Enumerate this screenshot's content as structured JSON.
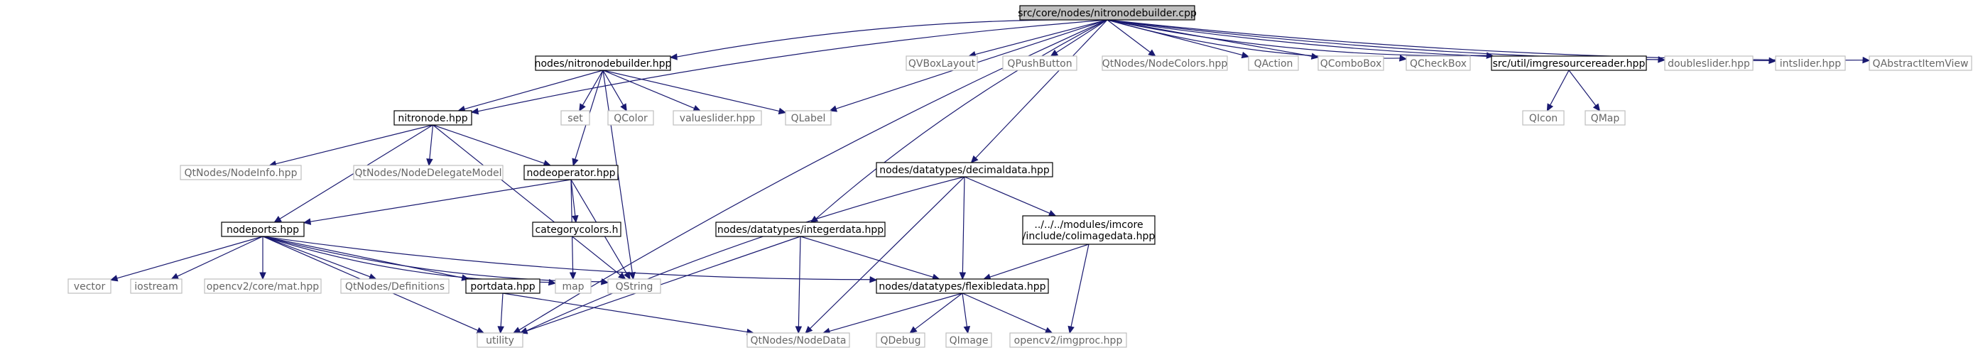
{
  "graph": {
    "colors": {
      "edge": "#191970",
      "root_fill": "#bfbfbf",
      "external_border": "#bfbfbf",
      "external_text": "#666666"
    },
    "nodes": [
      {
        "id": "root",
        "label": [
          "src/core/nodes/nitronodebuilder.cpp"
        ],
        "kind": "root"
      },
      {
        "id": "nitronodebuilder_hpp",
        "label": [
          "nodes/nitronodebuilder.hpp"
        ],
        "kind": "internal"
      },
      {
        "id": "nitronode_hpp",
        "label": [
          "nitronode.hpp"
        ],
        "kind": "internal"
      },
      {
        "id": "nodeoperator_hpp",
        "label": [
          "nodeoperator.hpp"
        ],
        "kind": "internal"
      },
      {
        "id": "nodeports_hpp",
        "label": [
          "nodeports.hpp"
        ],
        "kind": "internal"
      },
      {
        "id": "portdata_hpp",
        "label": [
          "portdata.hpp"
        ],
        "kind": "internal"
      },
      {
        "id": "categorycolors_h",
        "label": [
          "categorycolors.h"
        ],
        "kind": "internal"
      },
      {
        "id": "decimaldata_hpp",
        "label": [
          "nodes/datatypes/decimaldata.hpp"
        ],
        "kind": "internal"
      },
      {
        "id": "integerdata_hpp",
        "label": [
          "nodes/datatypes/integerdata.hpp"
        ],
        "kind": "internal"
      },
      {
        "id": "flexibledata_hpp",
        "label": [
          "nodes/datatypes/flexibledata.hpp"
        ],
        "kind": "internal"
      },
      {
        "id": "colimagedata_hpp",
        "label": [
          "../../../modules/imcore",
          "/include/colimagedata.hpp"
        ],
        "kind": "internal"
      },
      {
        "id": "imgresourcereader_hpp",
        "label": [
          "src/util/imgresourcereader.hpp"
        ],
        "kind": "internal"
      },
      {
        "id": "utility",
        "label": [
          "utility"
        ],
        "kind": "external"
      },
      {
        "id": "QLabel",
        "label": [
          "QLabel"
        ],
        "kind": "external"
      },
      {
        "id": "QVBoxLayout",
        "label": [
          "QVBoxLayout"
        ],
        "kind": "external"
      },
      {
        "id": "QPushButton",
        "label": [
          "QPushButton"
        ],
        "kind": "external"
      },
      {
        "id": "QtNodes_NodeColors_hpp",
        "label": [
          "QtNodes/NodeColors.hpp"
        ],
        "kind": "external"
      },
      {
        "id": "QAction",
        "label": [
          "QAction"
        ],
        "kind": "external"
      },
      {
        "id": "QComboBox",
        "label": [
          "QComboBox"
        ],
        "kind": "external"
      },
      {
        "id": "QCheckBox",
        "label": [
          "QCheckBox"
        ],
        "kind": "external"
      },
      {
        "id": "doubleslider_hpp",
        "label": [
          "doubleslider.hpp"
        ],
        "kind": "external"
      },
      {
        "id": "intslider_hpp",
        "label": [
          "intslider.hpp"
        ],
        "kind": "external"
      },
      {
        "id": "QAbstractItemView",
        "label": [
          "QAbstractItemView"
        ],
        "kind": "external"
      },
      {
        "id": "set",
        "label": [
          "set"
        ],
        "kind": "external"
      },
      {
        "id": "QColor",
        "label": [
          "QColor"
        ],
        "kind": "external"
      },
      {
        "id": "valueslider_hpp",
        "label": [
          "valueslider.hpp"
        ],
        "kind": "external"
      },
      {
        "id": "QIcon",
        "label": [
          "QIcon"
        ],
        "kind": "external"
      },
      {
        "id": "QMap",
        "label": [
          "QMap"
        ],
        "kind": "external"
      },
      {
        "id": "QtNodes_NodeInfo_hpp",
        "label": [
          "QtNodes/NodeInfo.hpp"
        ],
        "kind": "external"
      },
      {
        "id": "QtNodes_NodeDelegateModel",
        "label": [
          "QtNodes/NodeDelegateModel"
        ],
        "kind": "external"
      },
      {
        "id": "vector",
        "label": [
          "vector"
        ],
        "kind": "external"
      },
      {
        "id": "iostream",
        "label": [
          "iostream"
        ],
        "kind": "external"
      },
      {
        "id": "opencv2_core_mat_hpp",
        "label": [
          "opencv2/core/mat.hpp"
        ],
        "kind": "external"
      },
      {
        "id": "QtNodes_Definitions",
        "label": [
          "QtNodes/Definitions"
        ],
        "kind": "external"
      },
      {
        "id": "map",
        "label": [
          "map"
        ],
        "kind": "external"
      },
      {
        "id": "QString",
        "label": [
          "QString"
        ],
        "kind": "external"
      },
      {
        "id": "QtNodes_NodeData",
        "label": [
          "QtNodes/NodeData"
        ],
        "kind": "external"
      },
      {
        "id": "QDebug",
        "label": [
          "QDebug"
        ],
        "kind": "external"
      },
      {
        "id": "QImage",
        "label": [
          "QImage"
        ],
        "kind": "external"
      },
      {
        "id": "opencv2_imgproc_hpp",
        "label": [
          "opencv2/imgproc.hpp"
        ],
        "kind": "external"
      }
    ],
    "edges": [
      [
        "root",
        "utility"
      ],
      [
        "root",
        "nitronodebuilder_hpp"
      ],
      [
        "root",
        "nitronode_hpp"
      ],
      [
        "root",
        "QLabel"
      ],
      [
        "root",
        "decimaldata_hpp"
      ],
      [
        "root",
        "integerdata_hpp"
      ],
      [
        "root",
        "QVBoxLayout"
      ],
      [
        "root",
        "QPushButton"
      ],
      [
        "root",
        "QtNodes_NodeColors_hpp"
      ],
      [
        "root",
        "QAction"
      ],
      [
        "root",
        "QComboBox"
      ],
      [
        "root",
        "QCheckBox"
      ],
      [
        "root",
        "imgresourcereader_hpp"
      ],
      [
        "root",
        "doubleslider_hpp"
      ],
      [
        "root",
        "intslider_hpp"
      ],
      [
        "root",
        "QAbstractItemView"
      ],
      [
        "nitronodebuilder_hpp",
        "nitronode_hpp"
      ],
      [
        "nitronodebuilder_hpp",
        "nodeoperator_hpp"
      ],
      [
        "nitronodebuilder_hpp",
        "set"
      ],
      [
        "nitronodebuilder_hpp",
        "QColor"
      ],
      [
        "nitronodebuilder_hpp",
        "valueslider_hpp"
      ],
      [
        "nitronodebuilder_hpp",
        "QLabel"
      ],
      [
        "nitronodebuilder_hpp",
        "QString"
      ],
      [
        "imgresourcereader_hpp",
        "QIcon"
      ],
      [
        "imgresourcereader_hpp",
        "QMap"
      ],
      [
        "nitronode_hpp",
        "QtNodes_NodeInfo_hpp"
      ],
      [
        "nitronode_hpp",
        "QtNodes_NodeDelegateModel"
      ],
      [
        "nitronode_hpp",
        "nodeoperator_hpp"
      ],
      [
        "nitronode_hpp",
        "nodeports_hpp"
      ],
      [
        "nitronode_hpp",
        "QString"
      ],
      [
        "nodeoperator_hpp",
        "nodeports_hpp"
      ],
      [
        "nodeoperator_hpp",
        "categorycolors_h"
      ],
      [
        "nodeoperator_hpp",
        "map"
      ],
      [
        "nodeoperator_hpp",
        "QString"
      ],
      [
        "nodeports_hpp",
        "utility"
      ],
      [
        "nodeports_hpp",
        "vector"
      ],
      [
        "nodeports_hpp",
        "iostream"
      ],
      [
        "nodeports_hpp",
        "opencv2_core_mat_hpp"
      ],
      [
        "nodeports_hpp",
        "QtNodes_Definitions"
      ],
      [
        "nodeports_hpp",
        "portdata_hpp"
      ],
      [
        "nodeports_hpp",
        "map"
      ],
      [
        "nodeports_hpp",
        "QString"
      ],
      [
        "nodeports_hpp",
        "flexibledata_hpp"
      ],
      [
        "portdata_hpp",
        "utility"
      ],
      [
        "portdata_hpp",
        "QtNodes_NodeData"
      ],
      [
        "decimaldata_hpp",
        "utility"
      ],
      [
        "decimaldata_hpp",
        "QtNodes_NodeData"
      ],
      [
        "decimaldata_hpp",
        "flexibledata_hpp"
      ],
      [
        "decimaldata_hpp",
        "colimagedata_hpp"
      ],
      [
        "integerdata_hpp",
        "utility"
      ],
      [
        "integerdata_hpp",
        "QtNodes_NodeData"
      ],
      [
        "integerdata_hpp",
        "flexibledata_hpp"
      ],
      [
        "colimagedata_hpp",
        "flexibledata_hpp"
      ],
      [
        "colimagedata_hpp",
        "opencv2_imgproc_hpp"
      ],
      [
        "flexibledata_hpp",
        "QtNodes_NodeData"
      ],
      [
        "flexibledata_hpp",
        "QDebug"
      ],
      [
        "flexibledata_hpp",
        "QImage"
      ],
      [
        "flexibledata_hpp",
        "opencv2_imgproc_hpp"
      ]
    ]
  }
}
